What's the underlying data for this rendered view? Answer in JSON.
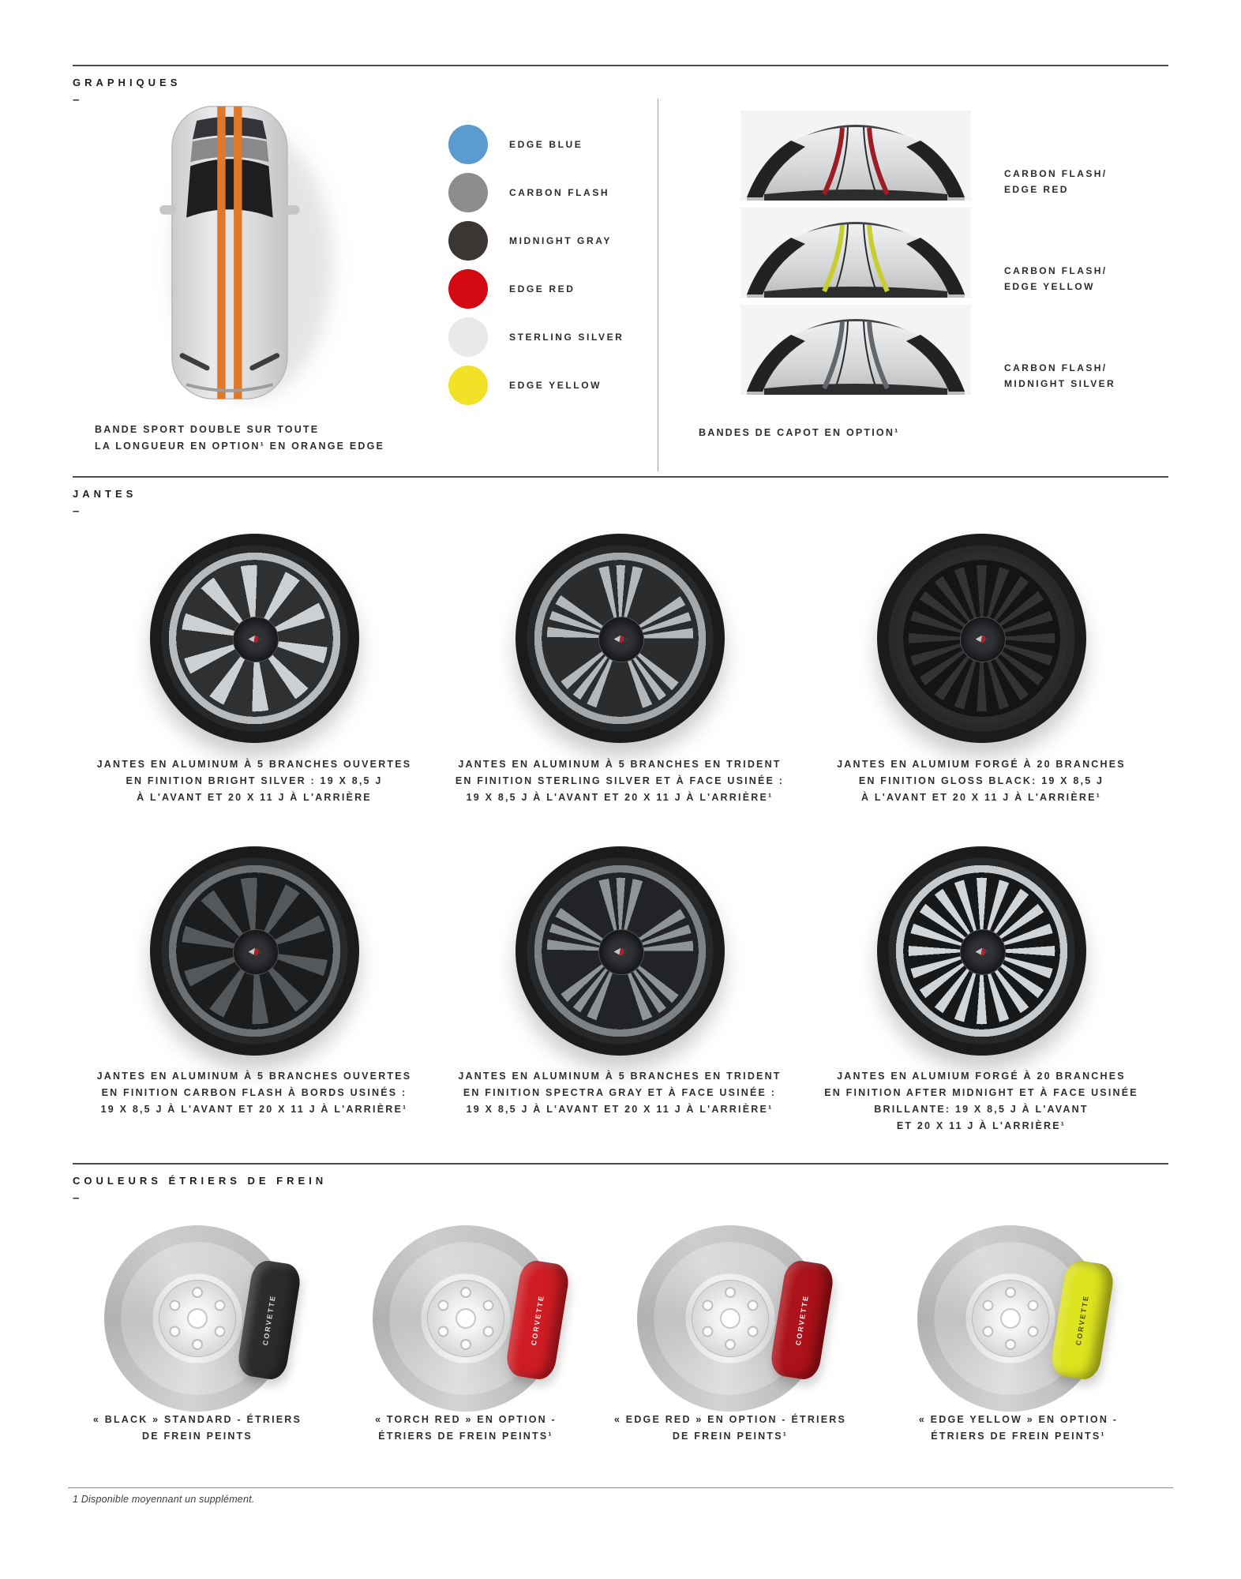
{
  "graphiques": {
    "title": "GRAPHIQUES",
    "dash": "–",
    "car_stripe_color": "#e0782a",
    "car_caption": [
      "BANDE SPORT DOUBLE SUR TOUTE",
      "LA LONGUEUR EN OPTION¹ EN ORANGE EDGE"
    ],
    "colors": [
      {
        "label": "EDGE BLUE",
        "hex": "#5b9bd0"
      },
      {
        "label": "CARBON FLASH",
        "hex": "#8d8d8d"
      },
      {
        "label": "MIDNIGHT GRAY",
        "hex": "#3b3634"
      },
      {
        "label": "EDGE RED",
        "hex": "#d30811"
      },
      {
        "label": "STERLING SILVER",
        "hex": "#e9e9e7"
      },
      {
        "label": "EDGE YELLOW",
        "hex": "#f2e227"
      }
    ],
    "hoods": [
      {
        "label": [
          "CARBON FLASH/",
          "EDGE RED"
        ],
        "stripe": "#9e1c24"
      },
      {
        "label": [
          "CARBON FLASH/",
          "EDGE YELLOW"
        ],
        "stripe": "#c9ce2e"
      },
      {
        "label": [
          "CARBON FLASH/",
          "MIDNIGHT SILVER"
        ],
        "stripe": "#63666a"
      }
    ],
    "hoods_caption": "BANDES DE CAPOT EN OPTION¹"
  },
  "jantes": {
    "title": "JANTES",
    "dash": "–",
    "wheels": [
      {
        "caption": [
          "JANTES EN ALUMINUM À 5 BRANCHES OUVERTES",
          "EN FINITION BRIGHT SILVER : 19 X 8,5 J",
          "À L'AVANT ET 20 X 11 J À L'ARRIÈRE"
        ],
        "finish": {
          "spoke": "#cdd0d2",
          "void": "#2e3032",
          "lip": "#b8bbbd"
        }
      },
      {
        "caption": [
          "JANTES EN ALUMINUM À 5 BRANCHES EN TRIDENT",
          "EN FINITION STERLING SILVER ET À FACE USINÉE :",
          "19 X 8,5 J À L'AVANT ET 20 X 11 J À L'ARRIÈRE¹"
        ],
        "finish": {
          "spoke": "#b4b8ba",
          "void": "#2a2c2e",
          "lip": "#a5a8aa"
        }
      },
      {
        "caption": [
          "JANTES EN ALUMIUM FORGÉ À 20 BRANCHES",
          "EN FINITION GLOSS BLACK: 19 X 8,5 J",
          "À L'AVANT ET 20 X 11 J À L'ARRIÈRE¹"
        ],
        "finish": {
          "spoke": "#313335",
          "void": "#131415",
          "lip": "#2a2c2e"
        }
      },
      {
        "caption": [
          "JANTES EN ALUMINUM À 5 BRANCHES OUVERTES",
          "EN FINITION CARBON FLASH À BORDS USINÉS :",
          "19 X 8,5 J À L'AVANT ET 20 X 11 J À L'ARRIÈRE¹"
        ],
        "finish": {
          "spoke": "#55585b",
          "void": "#1b1c1e",
          "lip": "#6e7174"
        }
      },
      {
        "caption": [
          "JANTES EN ALUMINUM À 5 BRANCHES EN TRIDENT",
          "EN FINITION SPECTRA GRAY ET À FACE USINÉE :",
          "19 X 8,5 J À L'AVANT ET 20 X 11 J À L'ARRIÈRE¹"
        ],
        "finish": {
          "spoke": "#8f9499",
          "void": "#212326",
          "lip": "#7d8287"
        }
      },
      {
        "caption": [
          "JANTES EN ALUMIUM FORGÉ À 20 BRANCHES",
          "EN FINITION AFTER MIDNIGHT ET À FACE USINÉE",
          "BRILLANTE: 19 X 8,5 J À L'AVANT",
          "ET 20 X 11 J À L'ARRIÈRE¹"
        ],
        "finish": {
          "spoke": "#d2d5d7",
          "void": "#17181a",
          "lip": "#c7cacc"
        }
      }
    ]
  },
  "freins": {
    "title": "COULEURS ÉTRIERS DE FREIN",
    "dash": "–",
    "items": [
      {
        "caption": [
          "« BLACK » STANDARD - ÉTRIERS",
          "DE FREIN PEINTS"
        ],
        "caliper": "#2c2c2e",
        "caliper_text": "CORVETTE",
        "text_color": "#d9d9d9"
      },
      {
        "caption": [
          "« TORCH RED » EN OPTION -",
          "ÉTRIERS DE FREIN PEINTS¹"
        ],
        "caliper": "#cf1c24",
        "caliper_text": "CORVETTE",
        "text_color": "#f3f3f3"
      },
      {
        "caption": [
          "« EDGE RED » EN OPTION - ÉTRIERS",
          "DE FREIN PEINTS¹"
        ],
        "caliper": "#ad1119",
        "caliper_text": "CORVETTE",
        "text_color": "#f3f3f3"
      },
      {
        "caption": [
          "« EDGE YELLOW » EN OPTION -",
          "ÉTRIERS DE FREIN PEINTS¹"
        ],
        "caliper": "#dde41f",
        "caliper_text": "CORVETTE",
        "text_color": "#4b4b22"
      }
    ]
  },
  "footer": {
    "note": "1 Disponible moyennant un supplément."
  }
}
